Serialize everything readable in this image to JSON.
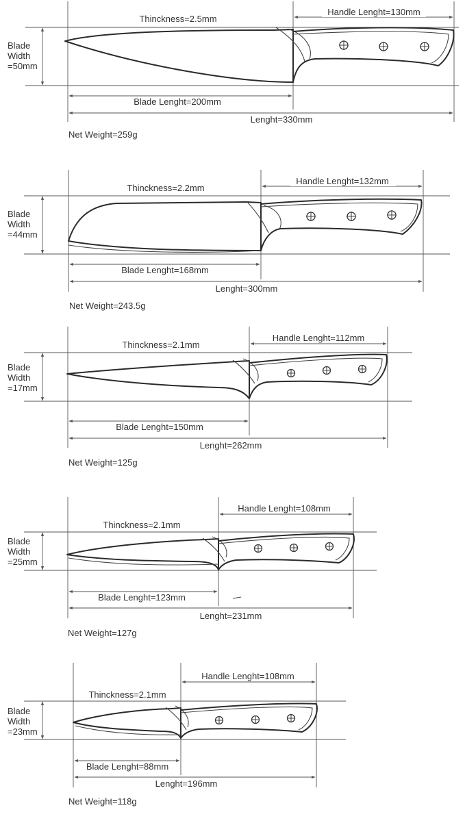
{
  "colors": {
    "line": "#555555",
    "ink": "#2b2b2b",
    "text": "#333333"
  },
  "knives": [
    {
      "thickness": "Thinckness=2.5mm",
      "handle_length": "Handle Lenght=130mm",
      "blade_width": [
        "Blade",
        "Width",
        "=50mm"
      ],
      "blade_length": "Blade Lenght=200mm",
      "total_length": "Lenght=330mm",
      "net_weight": "Net Weight=259g"
    },
    {
      "thickness": "Thinckness=2.2mm",
      "handle_length": "Handle Lenght=132mm",
      "blade_width": [
        "Blade",
        "Width",
        "=44mm"
      ],
      "blade_length": "Blade Lenght=168mm",
      "total_length": "Lenght=300mm",
      "net_weight": "Net Weight=243.5g"
    },
    {
      "thickness": "Thinckness=2.1mm",
      "handle_length": "Handle Lenght=112mm",
      "blade_width": [
        "Blade",
        "Width",
        "=17mm"
      ],
      "blade_length": "Blade Lenght=150mm",
      "total_length": "Lenght=262mm",
      "net_weight": "Net Weight=125g"
    },
    {
      "thickness": "Thinckness=2.1mm",
      "handle_length": "Handle Lenght=108mm",
      "blade_width": [
        "Blade",
        "Width",
        "=25mm"
      ],
      "blade_length": "Blade Lenght=123mm",
      "total_length": "Lenght=231mm",
      "net_weight": "Net Weight=127g"
    },
    {
      "thickness": "Thinckness=2.1mm",
      "handle_length": "Handle Lenght=108mm",
      "blade_width": [
        "Blade",
        "Width",
        "=23mm"
      ],
      "blade_length": "Blade Lenght=88mm",
      "total_length": "Lenght=196mm",
      "net_weight": "Net Weight=118g"
    }
  ]
}
